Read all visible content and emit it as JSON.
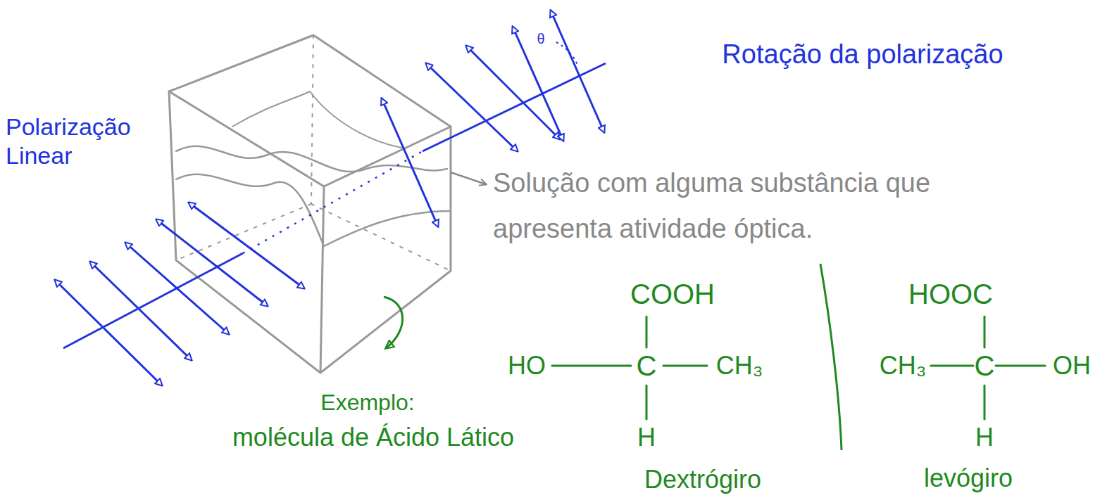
{
  "diagram": {
    "labels": [
      "Polarização Linear",
      "Rotação da polarização",
      "θ",
      "Solução com alguma substância que apresenta atividade óptica.",
      "Exemplo:",
      "molécula de Ácido Lático",
      "COOH",
      "HO",
      "C",
      "CH₃",
      "H",
      "Dextrógiro",
      "HOOC",
      "CH₃",
      "C",
      "OH",
      "H",
      "levógiro"
    ]
  }
}
